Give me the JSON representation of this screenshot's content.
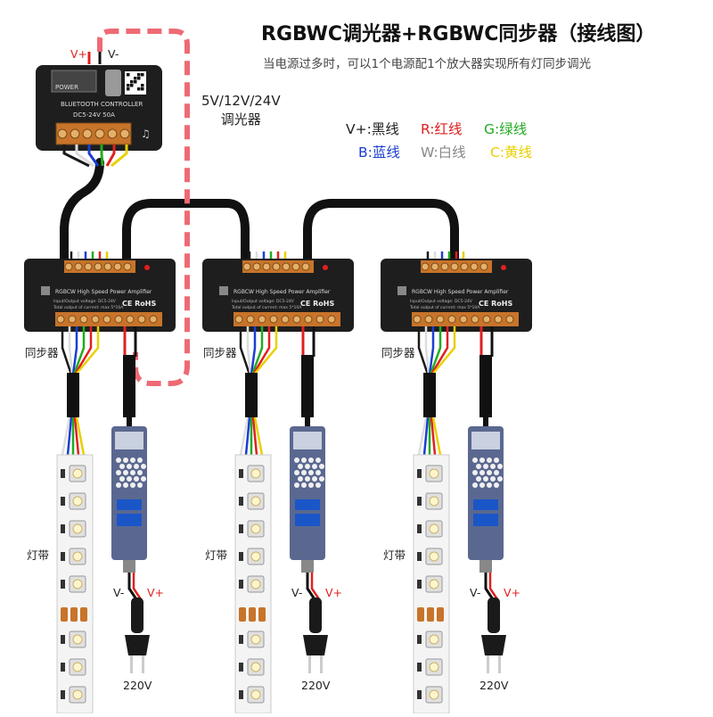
{
  "title": "RGBWC调光器+RGBWC同步器（接线图）",
  "subtitle": "当电源过多时，可以1个电源配1个放大器实现所有灯同步调光",
  "dimmer": {
    "label_lines": [
      "5V/12V/24V",
      "调光器"
    ],
    "vplus": "V+",
    "vminus": "V-",
    "controller_name": "BLUETOOTH CONTROLLER",
    "controller_spec": "DC5-24V 50A",
    "power_label": "POWER"
  },
  "legend": {
    "items": [
      {
        "text": "V+:黑线",
        "color": "#1a1a1a"
      },
      {
        "text": "R:红线",
        "color": "#e02020"
      },
      {
        "text": "G:绿线",
        "color": "#22aa22"
      },
      {
        "text": "B:蓝线",
        "color": "#1a3fd0"
      },
      {
        "text": "W:白线",
        "color": "#888888"
      },
      {
        "text": "C:黄线",
        "color": "#e8d000"
      }
    ]
  },
  "units": [
    {
      "sync_label": "同步器",
      "strip_label": "灯带",
      "psu_vminus": "V-",
      "psu_vplus": "V+",
      "voltage": "220V",
      "amp_name": "RGBCW High Speed Power Amplifier",
      "amp_spec": "Input/Output voltage: DC5-24V",
      "amp_spec2": "Total output of current: max 5*10A"
    },
    {
      "sync_label": "同步器",
      "strip_label": "灯带",
      "psu_vminus": "V-",
      "psu_vplus": "V+",
      "voltage": "220V",
      "amp_name": "RGBCW High Speed Power Amplifier",
      "amp_spec": "Input/Output voltage: DC5-24V",
      "amp_spec2": "Total output of current: max 5*10A"
    },
    {
      "sync_label": "同步器",
      "strip_label": "灯带",
      "psu_vminus": "V-",
      "psu_vplus": "V+",
      "voltage": "220V",
      "amp_name": "RGBCW High Speed Power Amplifier",
      "amp_spec": "Input/Output voltage: DC5-24V",
      "amp_spec2": "Total output of current: max 5*10A"
    }
  ],
  "colors": {
    "black_wire": "#1a1a1a",
    "red_wire": "#e02020",
    "green_wire": "#22aa22",
    "blue_wire": "#1a3fd0",
    "white_wire": "#dddddd",
    "yellow_wire": "#e8d000",
    "dashed_link": "#ee6a74",
    "device_body": "#1e1e1e",
    "terminal": "#c8742a",
    "psu_body": "#5a6890"
  }
}
